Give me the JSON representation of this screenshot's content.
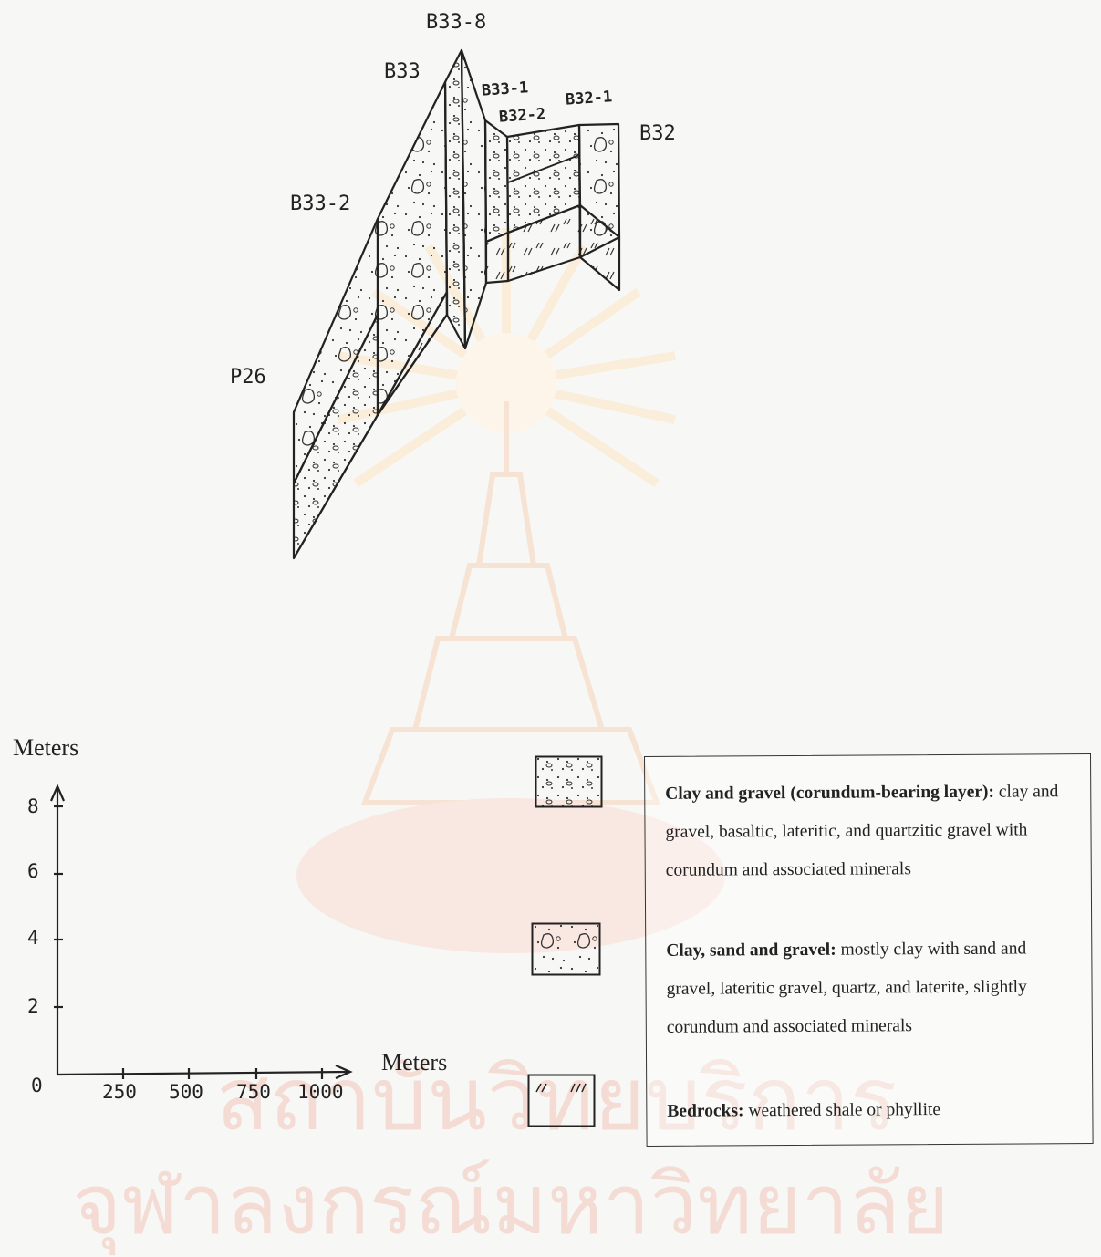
{
  "sites": {
    "b33_8": "B33-8",
    "b33": "B33",
    "b33_1": "B33-1",
    "b32_2": "B32-2",
    "b32_1": "B32-1",
    "b32": "B32",
    "b33_2": "B33-2",
    "p26": "P26"
  },
  "scale": {
    "vertical_title": "Meters",
    "horizontal_title": "Meters",
    "vertical_ticks": [
      "0",
      "2",
      "4",
      "6",
      "8"
    ],
    "horizontal_ticks": [
      "250",
      "500",
      "750",
      "1000"
    ]
  },
  "legend": {
    "entries": [
      {
        "pattern": "fine-gravel-icon",
        "name": "Clay and gravel (corundum-bearing layer):",
        "description": "clay and gravel, basaltic, lateritic, and quartzitic gravel with corundum and associated minerals"
      },
      {
        "pattern": "coarse-gravel-icon",
        "name": "Clay, sand and gravel:",
        "description": "mostly clay with sand and gravel, lateritic gravel, quartz, and laterite, slightly corundum and associated minerals"
      },
      {
        "pattern": "bedrock-hatch-icon",
        "name": "Bedrocks:",
        "description": "weathered shale or phyllite"
      }
    ]
  },
  "watermark": {
    "line1": "สถาบันวิทยบริการ",
    "line2": "จุฬาลงกรณ์มหาวิทยาลัย"
  },
  "colors": {
    "ink": "#222222",
    "paper": "#f7f7f5",
    "watermark": "#f4dcd4",
    "watermark_glow": "#fbeee0"
  }
}
